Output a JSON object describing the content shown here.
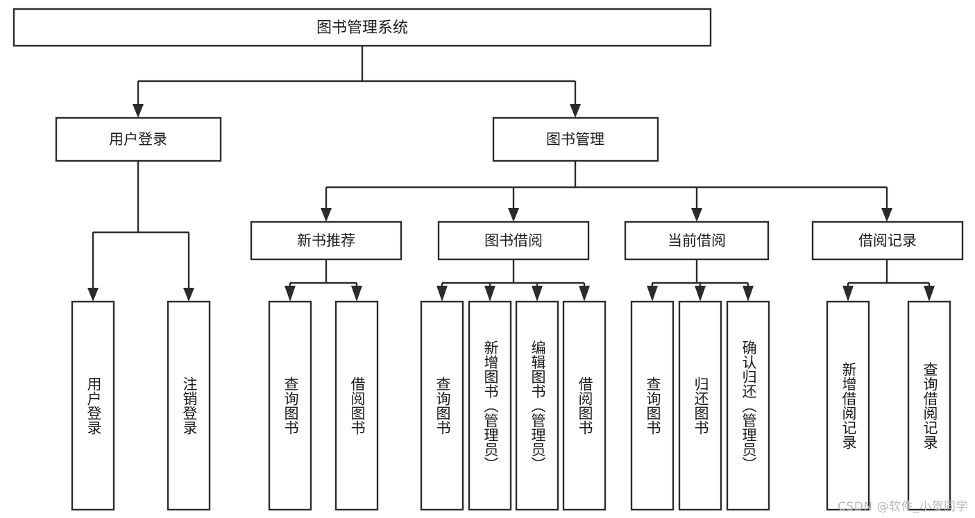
{
  "diagram": {
    "type": "hierarchy-tree",
    "title": "图书管理系统",
    "orientation": "top-down",
    "colors": {
      "box_stroke": "#2b2b2b",
      "box_fill": "#ffffff",
      "text": "#1a1a1a",
      "background": "#ffffff",
      "watermark": "#b9b9b9"
    },
    "levels": {
      "root": {
        "label": "图书管理系统"
      },
      "level2": [
        {
          "label": "用户登录"
        },
        {
          "label": "图书管理"
        }
      ],
      "level3": [
        {
          "label": "新书推荐"
        },
        {
          "label": "图书借阅"
        },
        {
          "label": "当前借阅"
        },
        {
          "label": "借阅记录"
        }
      ],
      "leaves": {
        "user_login": [
          {
            "label": "用户登录"
          },
          {
            "label": "注销登录"
          }
        ],
        "new_book_recommend": [
          {
            "label": "查询图书"
          },
          {
            "label": "借阅图书"
          }
        ],
        "book_borrow": [
          {
            "label": "查询图书"
          },
          {
            "label": "新增图书（管理员）"
          },
          {
            "label": "编辑图书（管理员）"
          },
          {
            "label": "借阅图书"
          }
        ],
        "current_borrow": [
          {
            "label": "查询图书"
          },
          {
            "label": "归还图书"
          },
          {
            "label": "确认归还（管理员）"
          }
        ],
        "borrow_record": [
          {
            "label": "新增借阅记录"
          },
          {
            "label": "查询借阅记录"
          }
        ]
      }
    }
  },
  "watermark": {
    "text": "CSDN @软件_小贺同学"
  }
}
